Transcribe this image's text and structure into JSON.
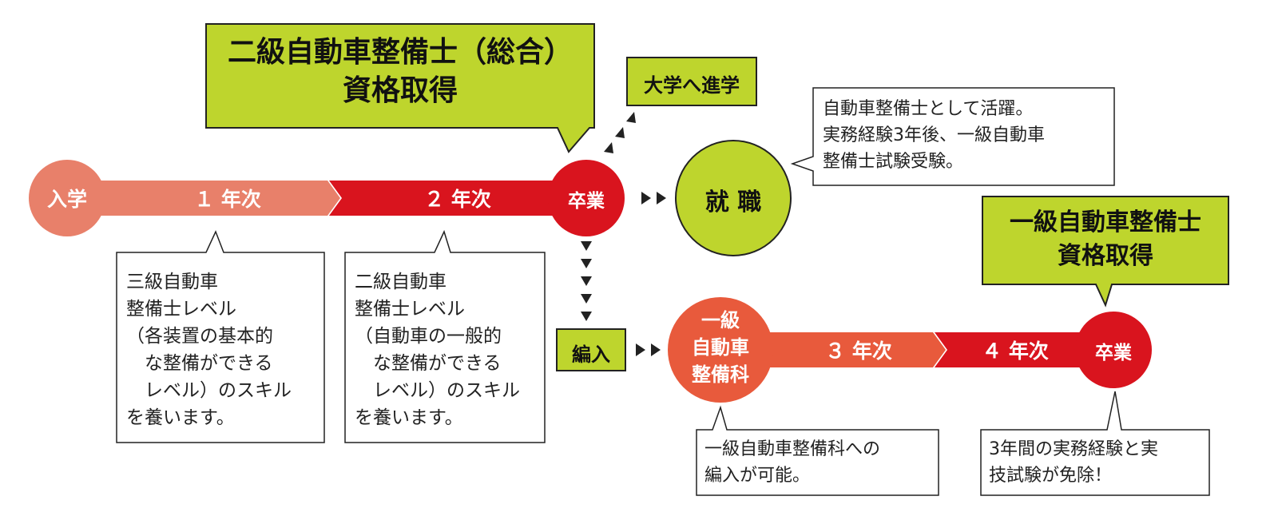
{
  "colors": {
    "salmon": "#e8806a",
    "orange_red": "#e85a3c",
    "red": "#d9141e",
    "green": "#bed52d",
    "white": "#ffffff",
    "dark": "#222222"
  },
  "main_track": {
    "start": "入学",
    "year1": "１ 年次",
    "year2": "２ 年次",
    "graduation": "卒業"
  },
  "callouts": {
    "grade2_cert": "二級自動車整備士（総合）\n資格取得",
    "university": "大学へ進学",
    "grade1_cert": "一級自動車整備士\n資格取得"
  },
  "outcomes": {
    "employment": "就 職",
    "transfer": "編入"
  },
  "advanced_track": {
    "department": "一級\n自動車\n整備科",
    "year3": "３ 年次",
    "year4": "４ 年次",
    "graduation": "卒業"
  },
  "notes": {
    "year1_note": "三級自動車\n整備士レベル\n（各装置の基本的\n　な整備ができる\n　レベル）のスキル\nを養います。",
    "year2_note": "二級自動車\n整備士レベル\n（自動車の一般的\n　な整備ができる\n　レベル）のスキル\nを養います。",
    "employment_note": "自動車整備士として活躍。\n実務経験3年後、一級自動車\n整備士試験受験。",
    "transfer_note": "一級自動車整備科への\n編入が可能。",
    "exemption_note": "3年間の実務経験と実\n技試験が免除！"
  }
}
